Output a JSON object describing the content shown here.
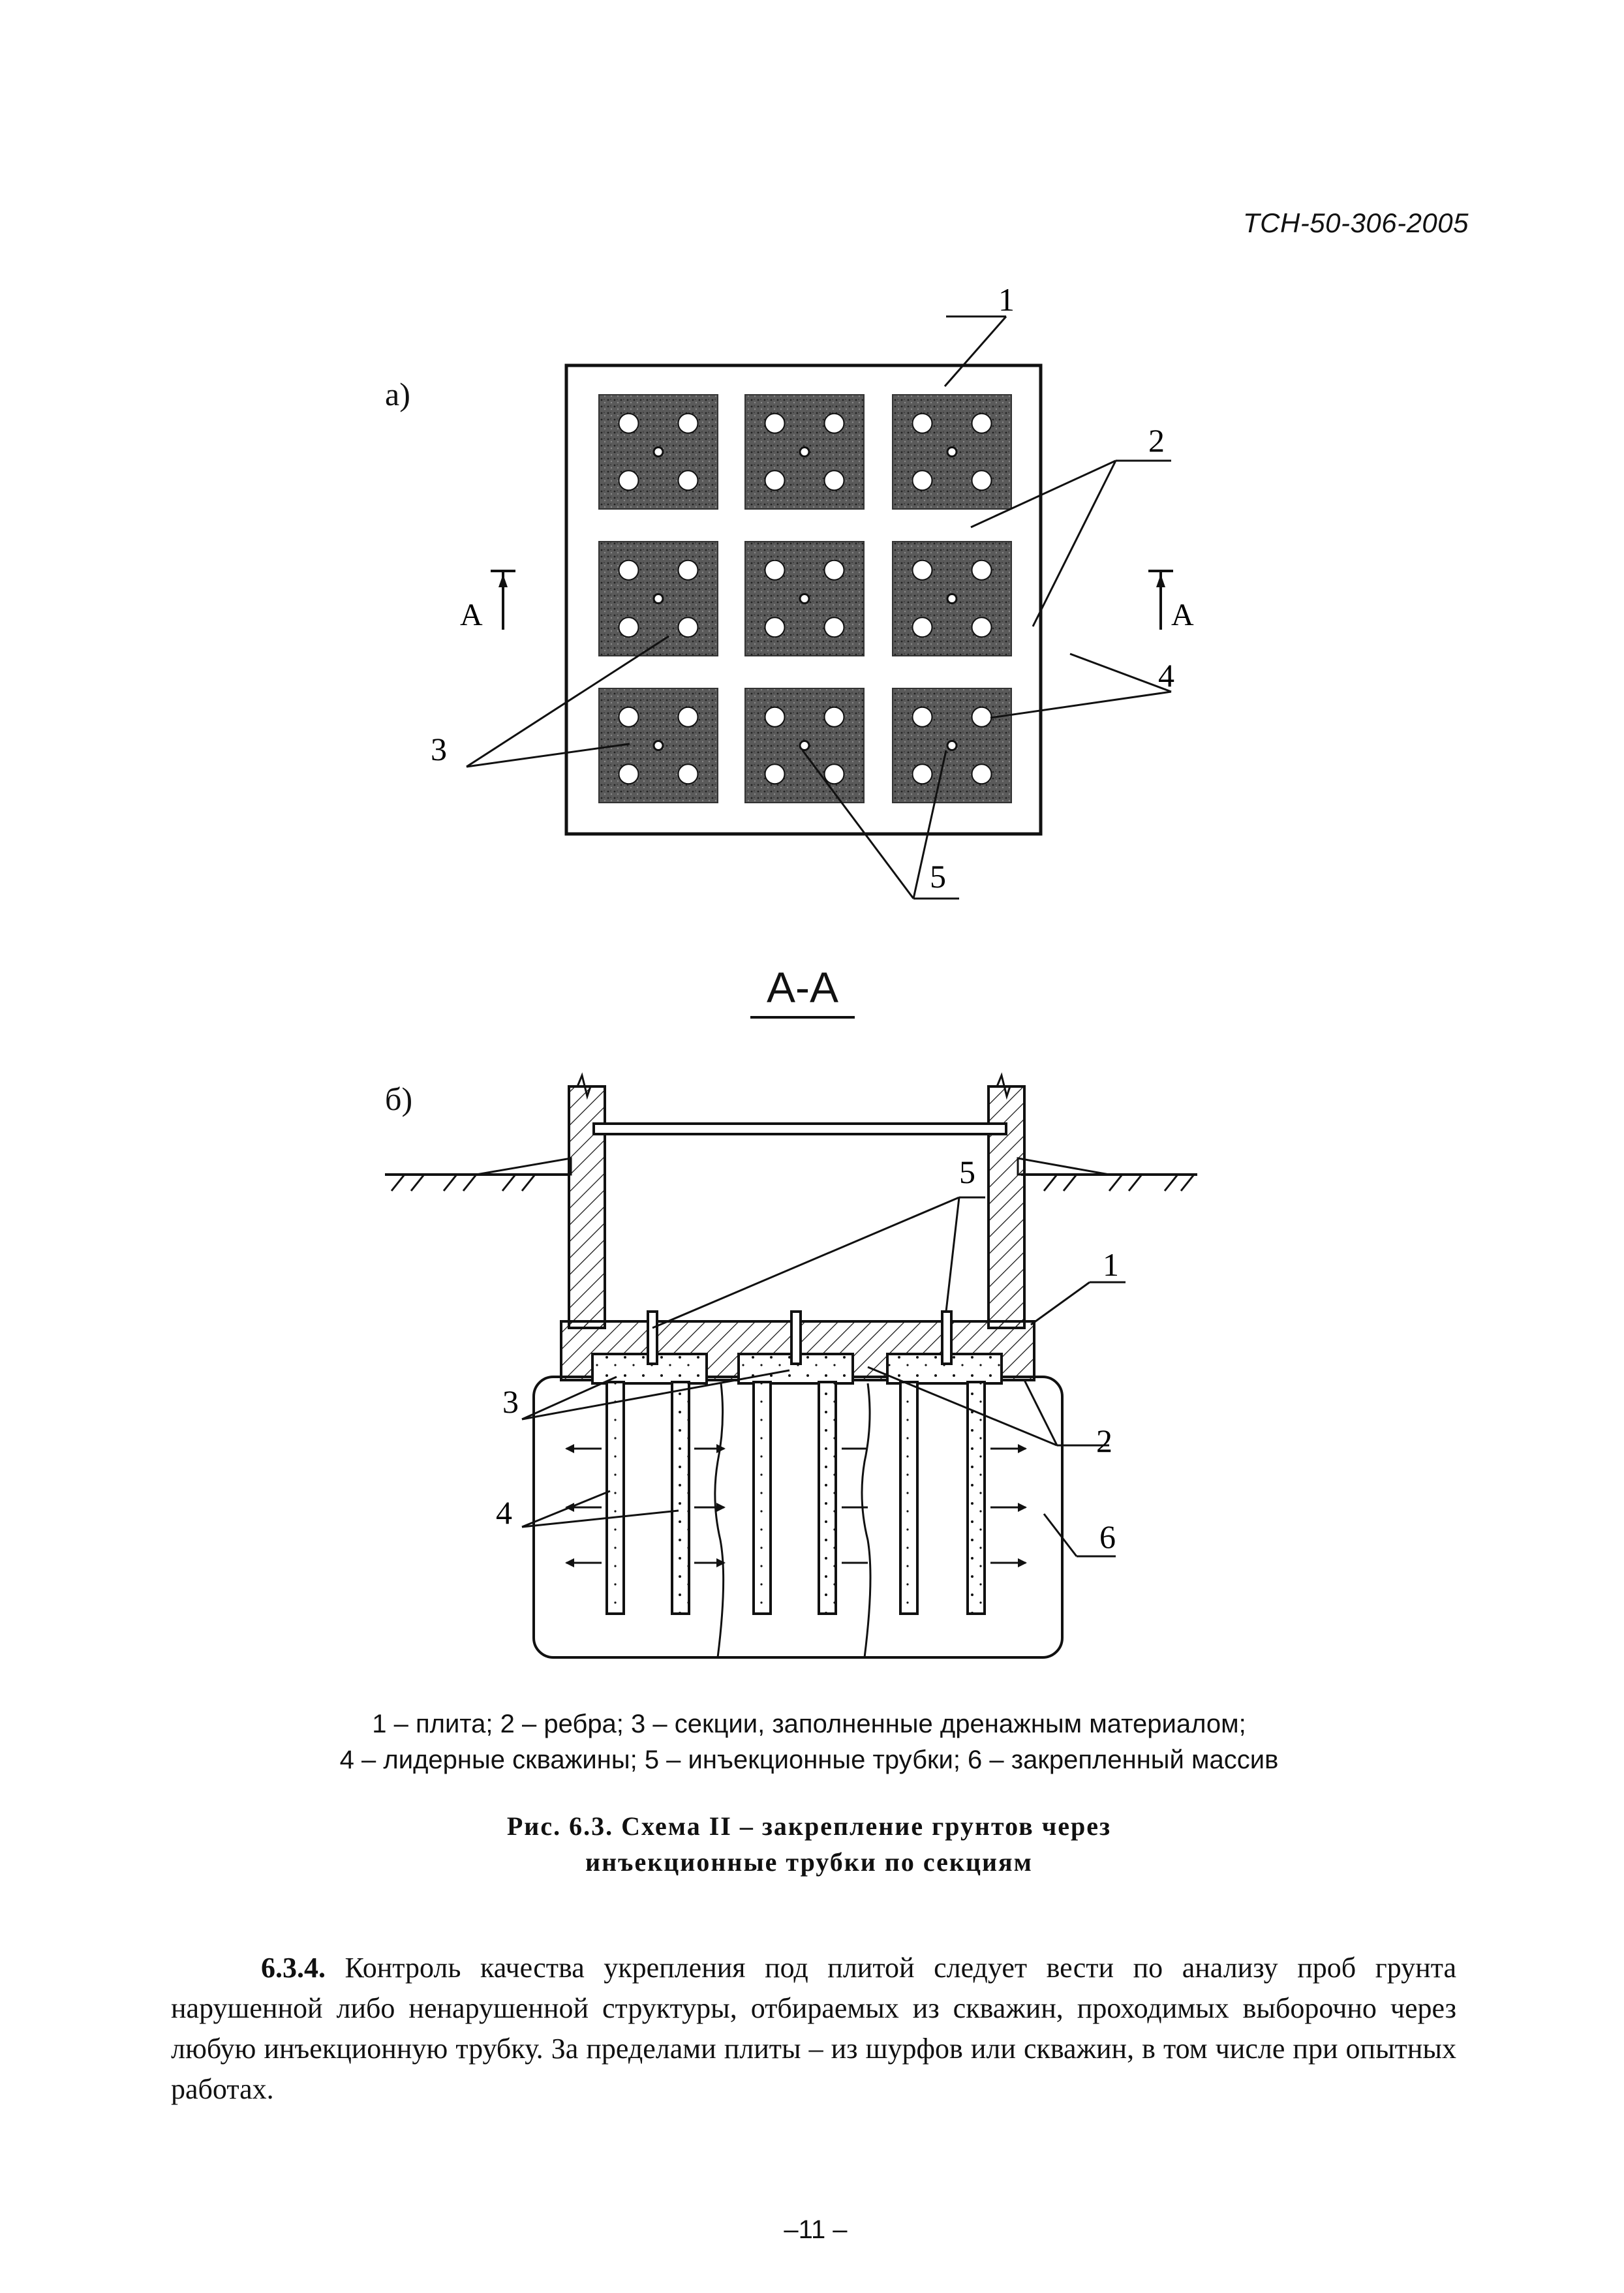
{
  "header": {
    "doc_code": "ТСН-50-306-2005"
  },
  "figure": {
    "part_a_label": "а)",
    "part_b_label": "б)",
    "section_title": "А-А",
    "section_marker": "А",
    "callouts": [
      "1",
      "2",
      "3",
      "4",
      "5",
      "6"
    ]
  },
  "legend": {
    "line1": "1 – плита; 2 – ребра; 3 – секции, заполненные дренажным материалом;",
    "line2": "4 – лидерные скважины; 5 – инъекционные трубки; 6 – закрепленный массив"
  },
  "caption": {
    "line1": "Рис. 6.3.  Схема II – закрепление грунтов через",
    "line2": "инъекционные трубки по секциям"
  },
  "paragraph": {
    "number": "6.3.4.",
    "text": "Контроль качества укрепления под плитой следует вести по анализу проб грунта нарушенной либо ненарушенной структуры, отбираемых из скважин, проходимых выборочно через любую инъекционную трубку. За пределами плиты – из шурфов или скважин, в том числе при опытных работах."
  },
  "footer": {
    "page_number": "–11 –"
  }
}
